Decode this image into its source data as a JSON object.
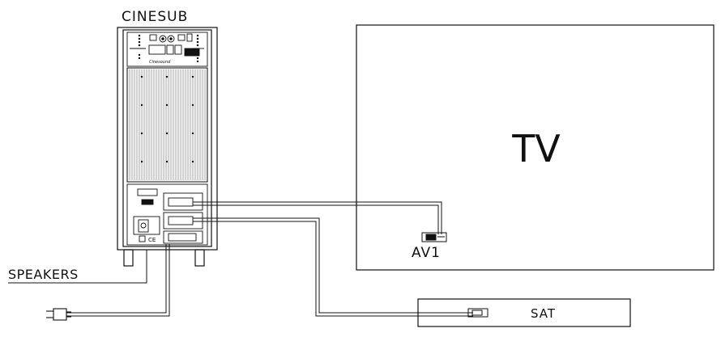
{
  "diagram": {
    "labels": {
      "subwoofer": "CINESUB",
      "tv": "TV",
      "tv_input": "AV1",
      "satellite": "SAT",
      "speakers": "SPEAKERS",
      "brand_plate": "Cinesound"
    },
    "colors": {
      "stroke": "#111111",
      "background": "#ffffff",
      "grille_fill": "#f2f2f2"
    },
    "icons": [
      "rca-plug-icon",
      "power-plug-icon",
      "ce-mark-icon"
    ]
  }
}
